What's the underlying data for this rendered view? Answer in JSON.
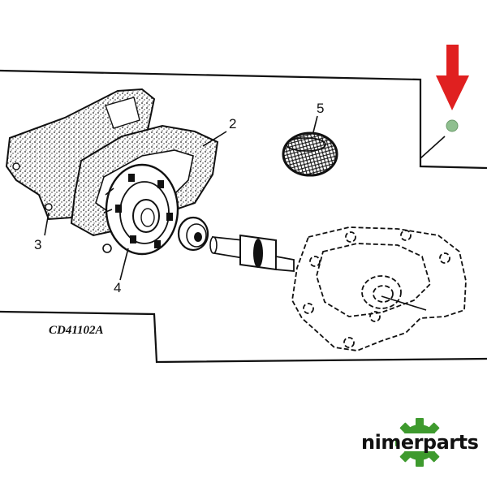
{
  "diagram": {
    "figure_code": "CD41102A",
    "callouts": {
      "c2": "2",
      "c3": "3",
      "c4": "4",
      "c5": "5"
    },
    "highlight": {
      "arrow_color": "#e02020",
      "dot_color": "#8fbf8f"
    }
  },
  "brand": {
    "name": "nimerparts",
    "logo_color": "#3e9a2e"
  }
}
